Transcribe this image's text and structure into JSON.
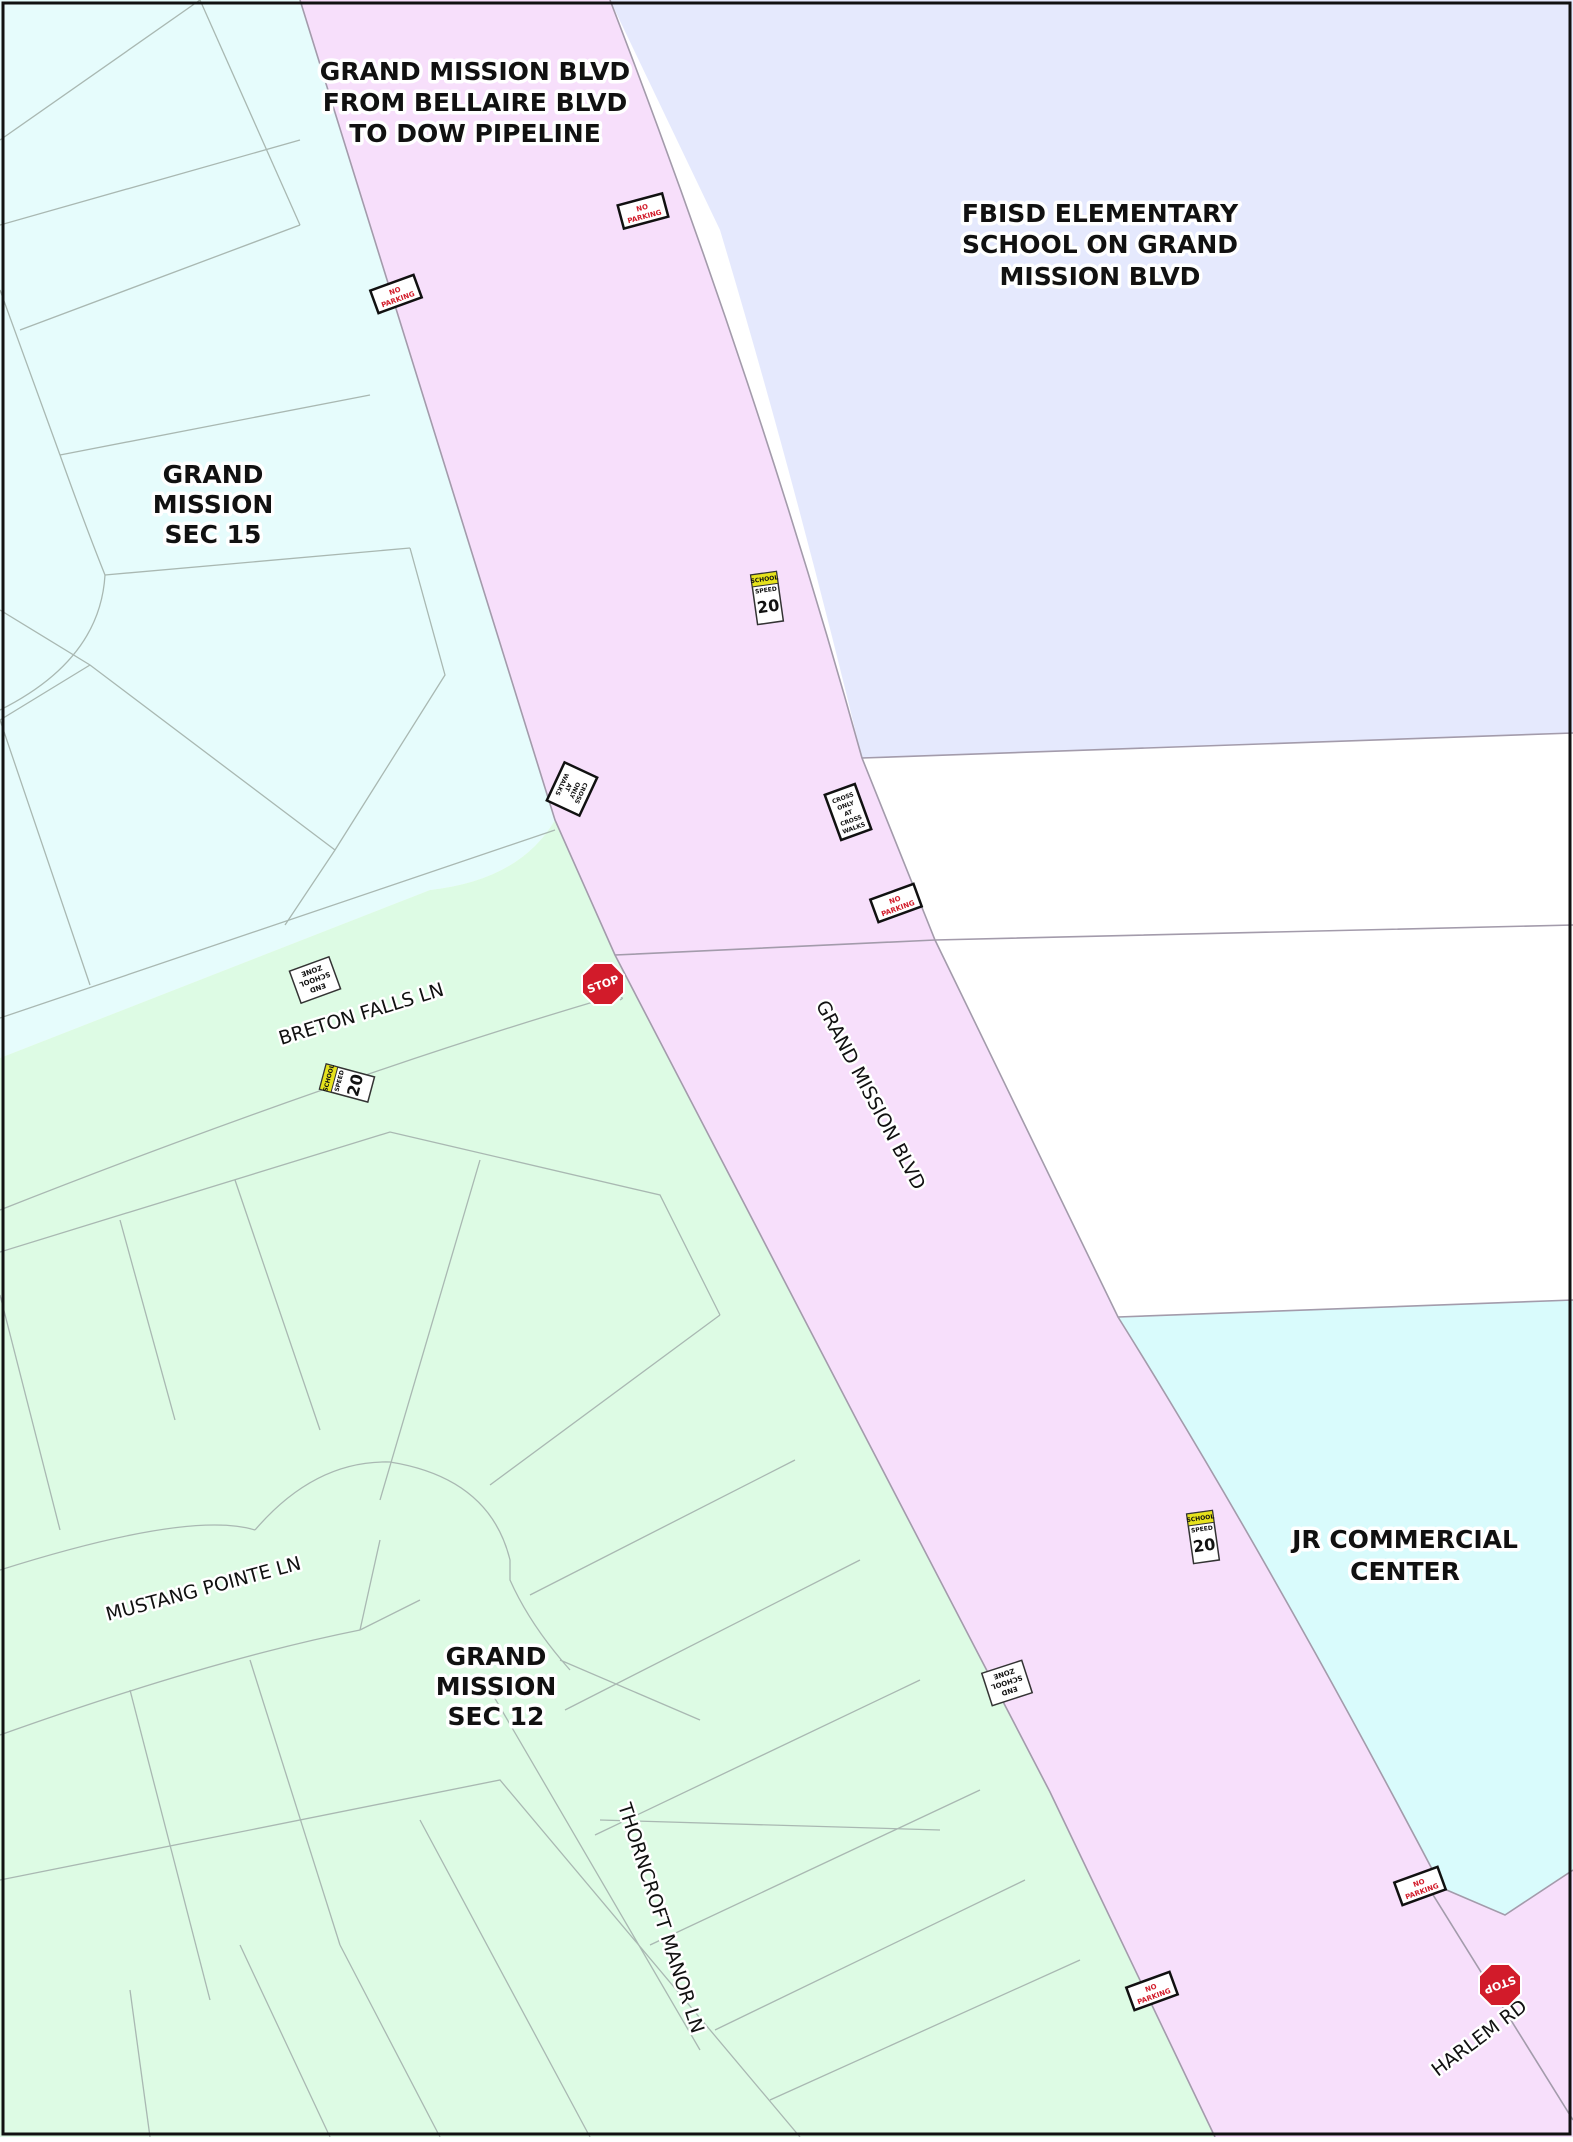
{
  "colors": {
    "corridor": "#f7dffb",
    "school": "#e5e9fd",
    "sec15": "#e6fcfc",
    "sec12": "#ddfbe4",
    "commercial": "#d9fbfc",
    "lot_lines": "#a9b8b2",
    "sign_red": "#d21b2a",
    "sign_yellow": "#e6e21c"
  },
  "areas": {
    "corridor_title": [
      "GRAND MISSION BLVD",
      "FROM BELLAIRE BLVD",
      "TO DOW PIPELINE"
    ],
    "school": [
      "FBISD ELEMENTARY",
      "SCHOOL ON GRAND",
      "MISSION BLVD"
    ],
    "sec15": [
      "GRAND",
      "MISSION",
      "SEC 15"
    ],
    "sec12": [
      "GRAND",
      "MISSION",
      "SEC 12"
    ],
    "commercial": [
      "JR COMMERCIAL",
      "CENTER"
    ]
  },
  "streets": {
    "grand_mission": "GRAND MISSION BLVD",
    "breton_falls": "BRETON FALLS LN",
    "mustang_pointe": "MUSTANG POINTE LN",
    "thorncroft": "THORNCROFT MANOR LN",
    "harlem": "HARLEM RD"
  },
  "signs": {
    "stop": "STOP",
    "school_zone_top": "SCHOOL",
    "speed_word": "SPEED",
    "speed_value": "20",
    "end_school_zone": [
      "END",
      "SCHOOL",
      "ZONE"
    ],
    "cross_walks": [
      "CROSS",
      "ONLY",
      "AT",
      "CROSS",
      "WALKS"
    ],
    "no_parking": [
      "NO",
      "PARKING"
    ],
    "icons": {
      "stop": "stop-sign-icon",
      "school_speed": "school-speed-limit-sign-icon",
      "end_school": "end-school-zone-sign-icon",
      "crosswalk": "crosswalk-only-sign-icon",
      "no_parking": "no-parking-sign-icon"
    }
  }
}
